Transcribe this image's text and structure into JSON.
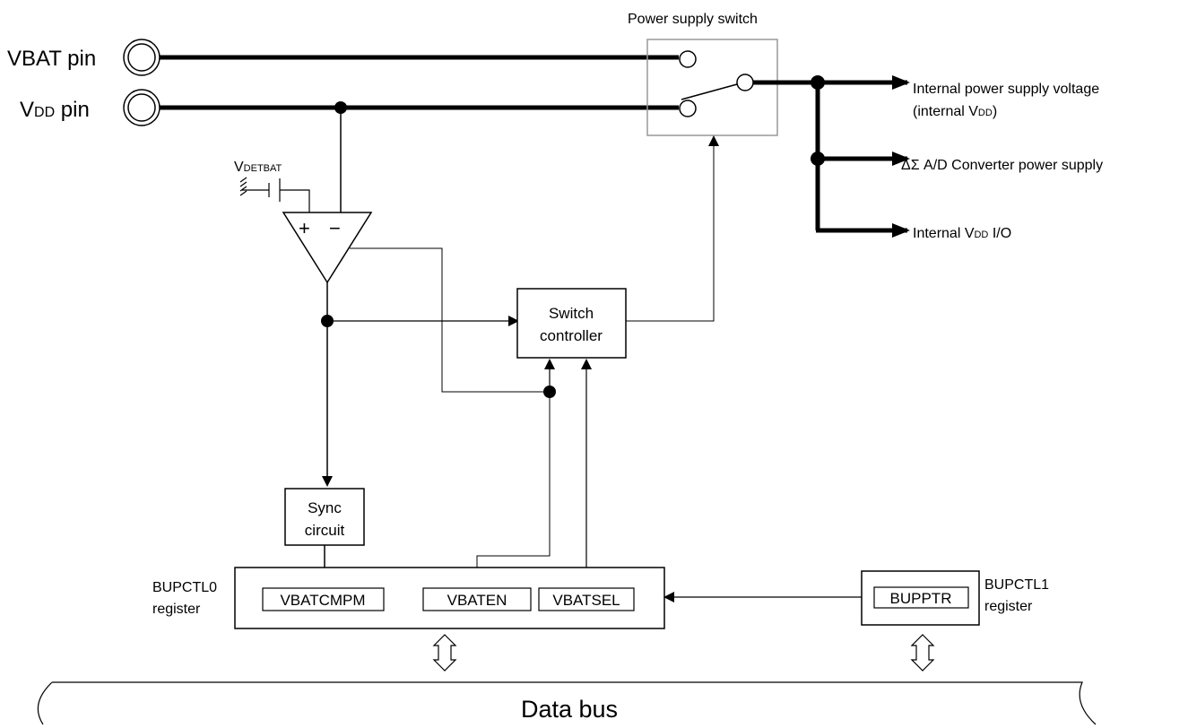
{
  "pins": {
    "vbat": "VBAT pin",
    "vdd_main": "V",
    "vdd_sub": "DD",
    "vdd_rest": " pin"
  },
  "reference": {
    "main": "V",
    "sub": "DETBAT"
  },
  "comparator": {
    "plus": "+",
    "minus": "−"
  },
  "switch": {
    "title": "Power supply switch"
  },
  "outputs": {
    "internal_line1": "Internal power supply voltage",
    "internal_line2_a": "(internal V",
    "internal_line2_sub": "DD",
    "internal_line2_b": ")",
    "adc": "ΔΣ  A/D Converter power supply",
    "io_a": "Internal V",
    "io_sub": "DD",
    "io_b": " I/O"
  },
  "controller": {
    "line1": "Switch",
    "line2": "controller"
  },
  "sync": {
    "line1": "Sync",
    "line2": "circuit"
  },
  "bupctl0": {
    "name_line1": "BUPCTL0",
    "name_line2": "register",
    "bits": [
      "VBATCMPM",
      "VBATEN",
      "VBATSEL"
    ]
  },
  "bupctl1": {
    "name_line1": "BUPCTL1",
    "name_line2": "register",
    "bits": [
      "BUPPTR"
    ]
  },
  "bus": {
    "label": "Data bus"
  }
}
